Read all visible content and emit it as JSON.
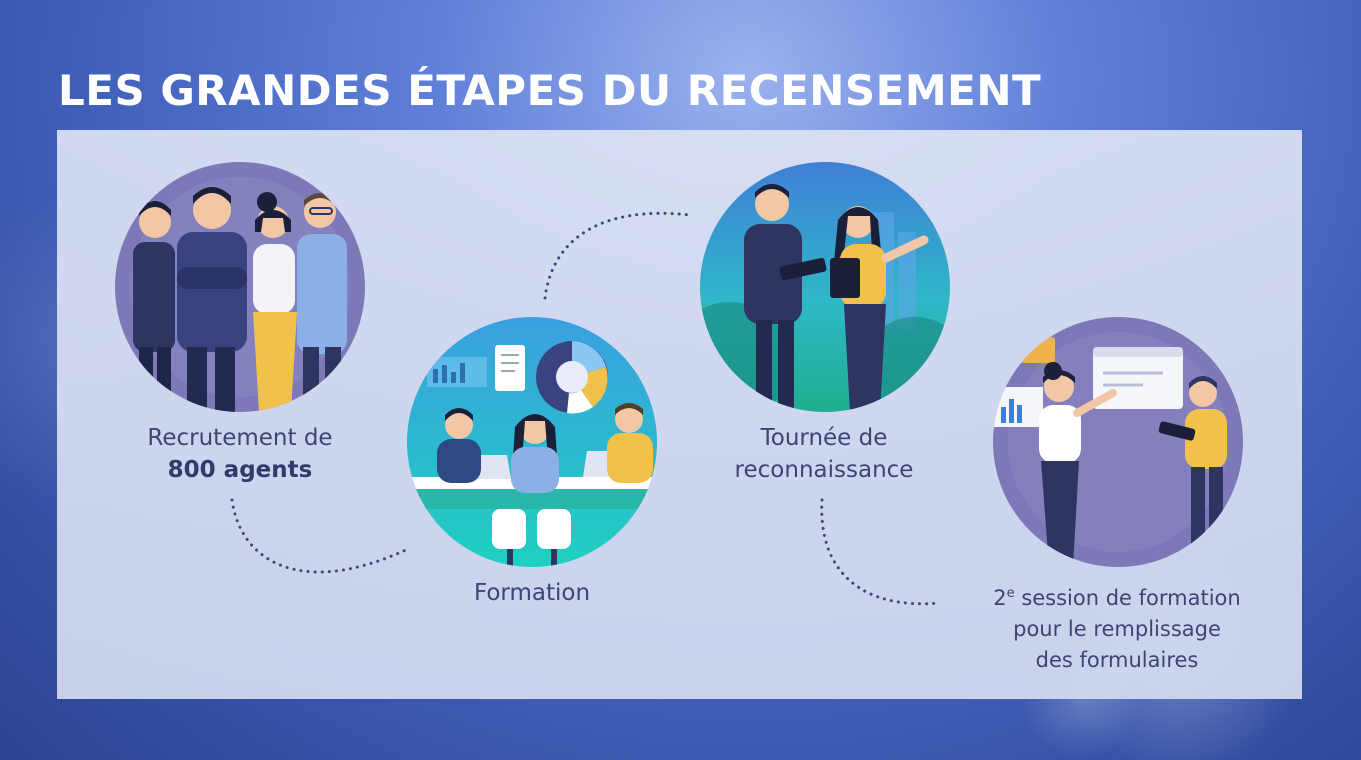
{
  "title": "LES GRANDES ÉTAPES DU RECENSEMENT",
  "steps": [
    {
      "line1": "Recrutement de",
      "line2": "800 agents"
    },
    {
      "line1": "Formation"
    },
    {
      "line1": "Tournée de",
      "line2": "reconnaissance"
    },
    {
      "sup_number": "2",
      "sup": "e",
      "line1_rest": " session de formation",
      "line2": "pour le remplissage",
      "line3": "des formulaires"
    }
  ],
  "colors": {
    "title": "#ffffff",
    "label": "#3a4674",
    "circle_purple": "#7d79b8",
    "circle_teal": "#2bb8c6",
    "circle_blue": "#3f7fd6",
    "dots": "#3d4a78"
  },
  "illustrations": [
    "team-illustration",
    "meeting-illustration",
    "survey-illustration",
    "whiteboard-illustration"
  ]
}
